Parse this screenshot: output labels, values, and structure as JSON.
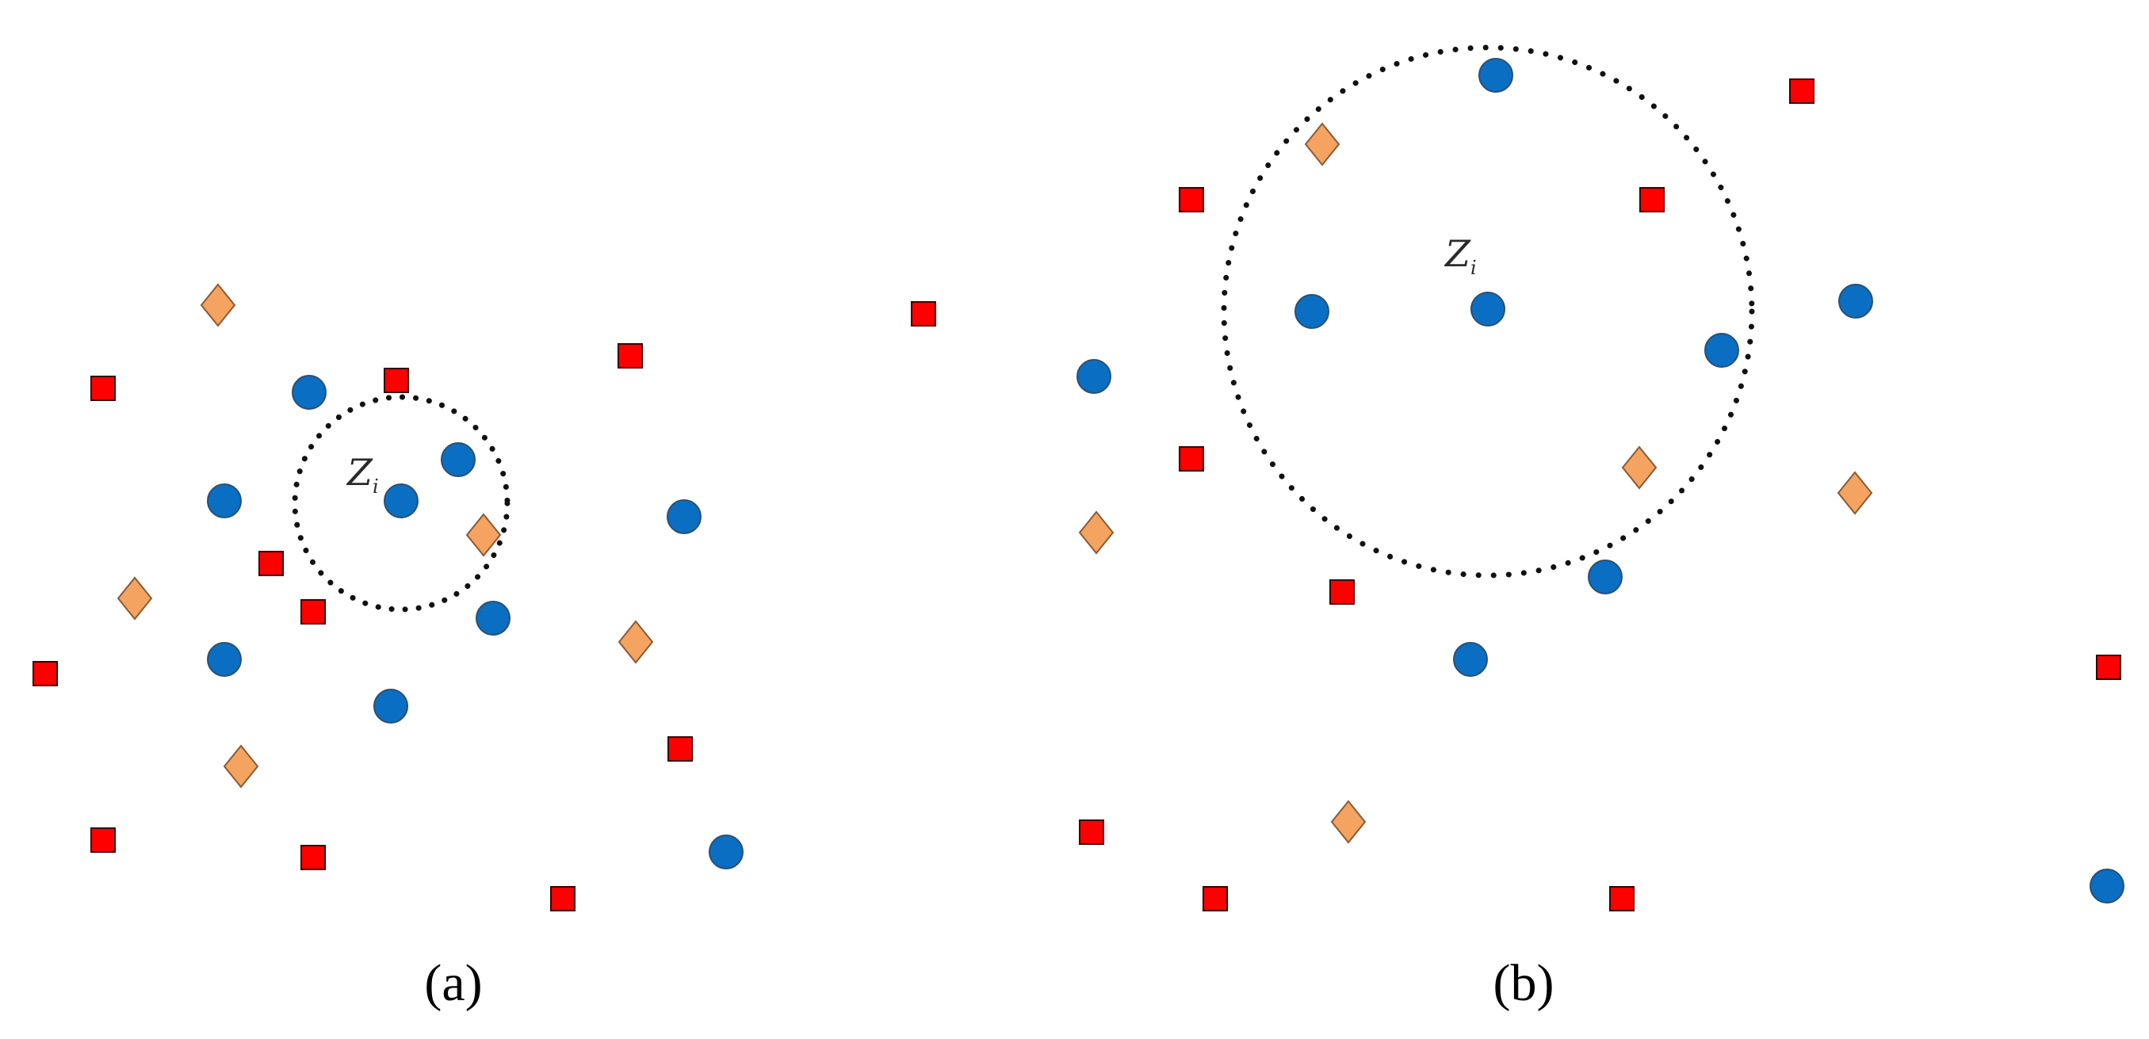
{
  "colors": {
    "circle": "#0a6fc2",
    "circle_stroke": "#2b4f72",
    "square": "#ff0000",
    "square_stroke": "#3a0000",
    "diamond": "#f4a460",
    "diamond_stroke": "#8a5a36",
    "dotted_ring": "#111111"
  },
  "panels": [
    {
      "id": "a",
      "label": "(a)",
      "center_label": {
        "main": "Z",
        "sub": "i"
      }
    },
    {
      "id": "b",
      "label": "(b)",
      "center_label": {
        "main": "Z",
        "sub": "i"
      }
    }
  ]
}
